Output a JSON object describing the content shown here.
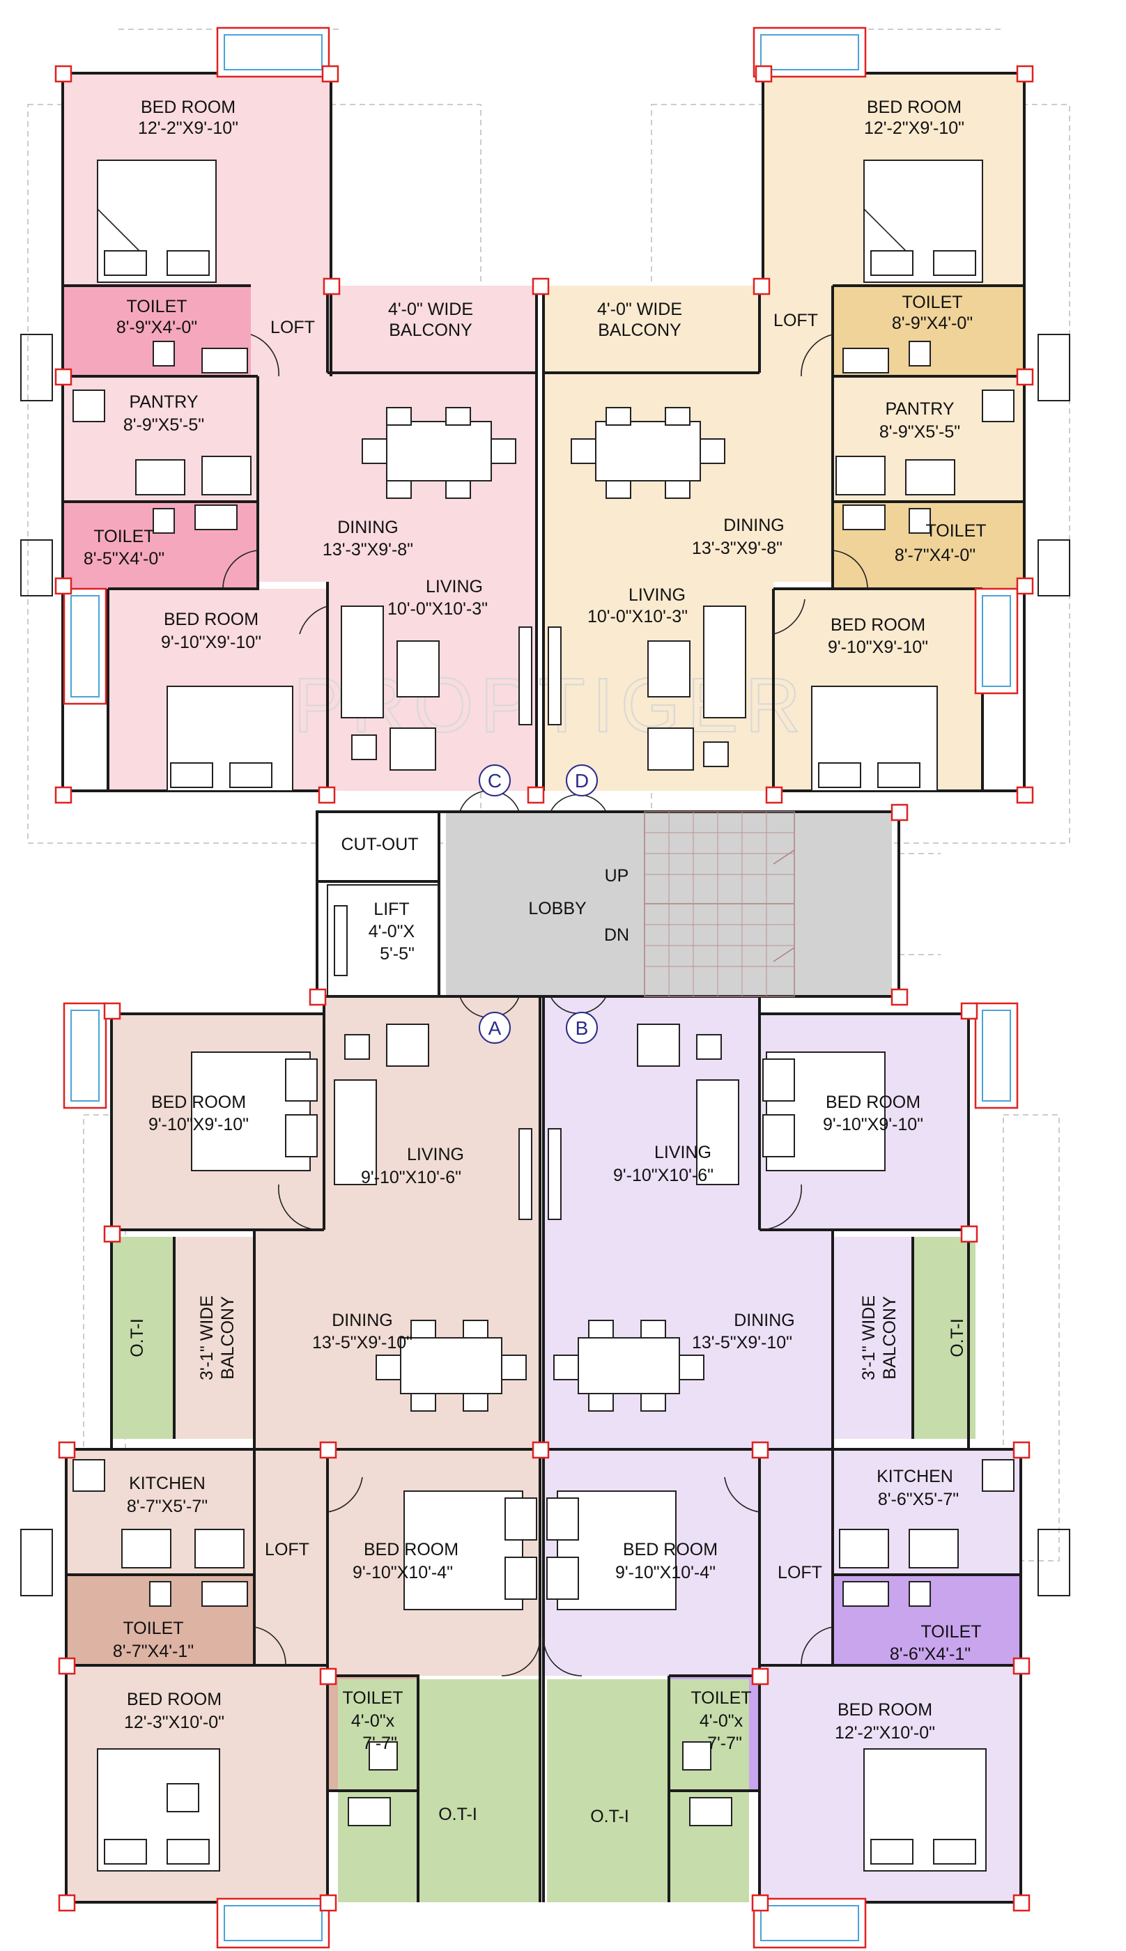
{
  "watermark": "PROPTIGER",
  "colors": {
    "flat_c": "#f9dbe0",
    "flat_c_toilet": "#f5a8bd",
    "flat_d": "#f9ead0",
    "flat_d_toilet": "#efd399",
    "flat_a": "#f0dcd4",
    "flat_a_toilet": "#ddb3a4",
    "flat_b": "#ece0f6",
    "flat_b_toilet": "#c9a5ee",
    "lobby": "#d2d2d2",
    "open_terrace": "#c6dcab",
    "column": "#e02020"
  },
  "flat_c": {
    "bedroom1": {
      "name": "BED ROOM",
      "size": "12'-2\"X9'-10\""
    },
    "toilet1": {
      "name": "TOILET",
      "size": "8'-9\"X4'-0\""
    },
    "loft": "LOFT",
    "balcony": {
      "line1": "4'-0\" WIDE",
      "line2": "BALCONY"
    },
    "pantry": {
      "name": "PANTRY",
      "size": "8'-9\"X5'-5\""
    },
    "dining": {
      "name": "DINING",
      "size": "13'-3\"X9'-8\""
    },
    "toilet2": {
      "name": "TOILET",
      "size": "8'-5\"X4'-0\""
    },
    "living": {
      "name": "LIVING",
      "size": "10'-0\"X10'-3\""
    },
    "bedroom2": {
      "name": "BED ROOM",
      "size": "9'-10\"X9'-10\""
    },
    "tag": "C"
  },
  "flat_d": {
    "bedroom1": {
      "name": "BED ROOM",
      "size": "12'-2\"X9'-10\""
    },
    "toilet1": {
      "name": "TOILET",
      "size": "8'-9\"X4'-0\""
    },
    "loft": "LOFT",
    "balcony": {
      "line1": "4'-0\" WIDE",
      "line2": "BALCONY"
    },
    "pantry": {
      "name": "PANTRY",
      "size": "8'-9\"X5'-5\""
    },
    "dining": {
      "name": "DINING",
      "size": "13'-3\"X9'-8\""
    },
    "toilet2": {
      "name": "TOILET",
      "size": "8'-7\"X4'-0\""
    },
    "living": {
      "name": "LIVING",
      "size": "10'-0\"X10'-3\""
    },
    "bedroom2": {
      "name": "BED ROOM",
      "size": "9'-10\"X9'-10\""
    },
    "tag": "D"
  },
  "core": {
    "cutout": "CUT-OUT",
    "lift": {
      "name": "LIFT",
      "line2": "4'-0\"X",
      "line3": "5'-5\""
    },
    "lobby": "LOBBY",
    "up": "UP",
    "dn": "DN"
  },
  "flat_a": {
    "tag": "A",
    "bedroom1": {
      "name": "BED ROOM",
      "size": "9'-10\"X9'-10\""
    },
    "living": {
      "name": "LIVING",
      "size": "9'-10\"X10'-6\""
    },
    "oti": "O.T-I",
    "balcony": {
      "line1": "3'-1\" WIDE",
      "line2": "BALCONY"
    },
    "dining": {
      "name": "DINING",
      "size": "13'-5\"X9'-10\""
    },
    "kitchen": {
      "name": "KITCHEN",
      "size": "8'-7\"X5'-7\""
    },
    "loft": "LOFT",
    "bedroom2": {
      "name": "BED ROOM",
      "size": "9'-10\"X10'-4\""
    },
    "toilet1": {
      "name": "TOILET",
      "size": "8'-7\"X4'-1\""
    },
    "toilet2": {
      "name": "TOILET",
      "size1": "4'-0\"x",
      "size2": "7'-7\""
    },
    "bedroom3": {
      "name": "BED ROOM",
      "size": "12'-3\"X10'-0\""
    },
    "oti2": "O.T-I"
  },
  "flat_b": {
    "tag": "B",
    "bedroom1": {
      "name": "BED ROOM",
      "size": "9'-10\"X9'-10\""
    },
    "living": {
      "name": "LIVING",
      "size": "9'-10\"X10'-6\""
    },
    "oti": "O.T-I",
    "balcony": {
      "line1": "3'-1\" WIDE",
      "line2": "BALCONY"
    },
    "dining": {
      "name": "DINING",
      "size": "13'-5\"X9'-10\""
    },
    "kitchen": {
      "name": "KITCHEN",
      "size": "8'-6\"X5'-7\""
    },
    "loft": "LOFT",
    "bedroom2": {
      "name": "BED ROOM",
      "size": "9'-10\"X10'-4\""
    },
    "toilet1": {
      "name": "TOILET",
      "size": "8'-6\"X4'-1\""
    },
    "toilet2": {
      "name": "TOILET",
      "size1": "4'-0\"x",
      "size2": "7'-7\""
    },
    "bedroom3": {
      "name": "BED ROOM",
      "size": "12'-2\"X10'-0\""
    },
    "oti2": "O.T-I"
  }
}
